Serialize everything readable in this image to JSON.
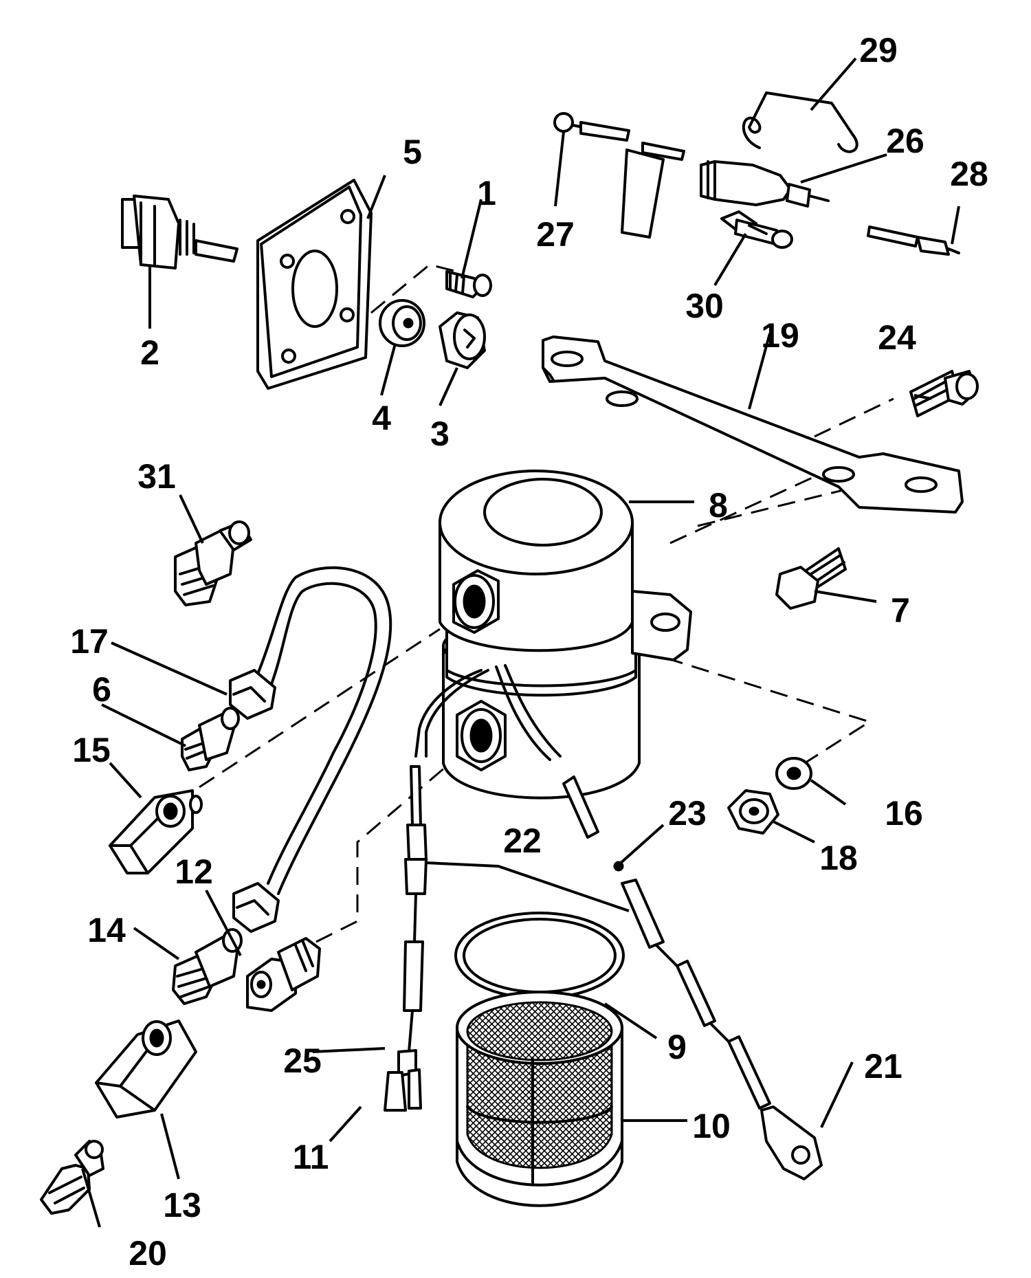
{
  "callouts": [
    {
      "id": "p1",
      "text": "1"
    },
    {
      "id": "p2",
      "text": "2"
    },
    {
      "id": "p3",
      "text": "3"
    },
    {
      "id": "p4",
      "text": "4"
    },
    {
      "id": "p5",
      "text": "5"
    },
    {
      "id": "p6",
      "text": "6"
    },
    {
      "id": "p7",
      "text": "7"
    },
    {
      "id": "p8",
      "text": "8"
    },
    {
      "id": "p9",
      "text": "9"
    },
    {
      "id": "p10",
      "text": "10"
    },
    {
      "id": "p11",
      "text": "11"
    },
    {
      "id": "p12",
      "text": "12"
    },
    {
      "id": "p13",
      "text": "13"
    },
    {
      "id": "p14",
      "text": "14"
    },
    {
      "id": "p15",
      "text": "15"
    },
    {
      "id": "p16",
      "text": "16"
    },
    {
      "id": "p17",
      "text": "17"
    },
    {
      "id": "p18",
      "text": "18"
    },
    {
      "id": "p19",
      "text": "19"
    },
    {
      "id": "p20",
      "text": "20"
    },
    {
      "id": "p21",
      "text": "21"
    },
    {
      "id": "p22",
      "text": "22"
    },
    {
      "id": "p23",
      "text": "23"
    },
    {
      "id": "p24",
      "text": "24"
    },
    {
      "id": "p25",
      "text": "25"
    },
    {
      "id": "p26",
      "text": "26"
    },
    {
      "id": "p27",
      "text": "27"
    },
    {
      "id": "p28",
      "text": "28"
    },
    {
      "id": "p29",
      "text": "29"
    },
    {
      "id": "p30",
      "text": "30"
    },
    {
      "id": "p31",
      "text": "31"
    }
  ]
}
